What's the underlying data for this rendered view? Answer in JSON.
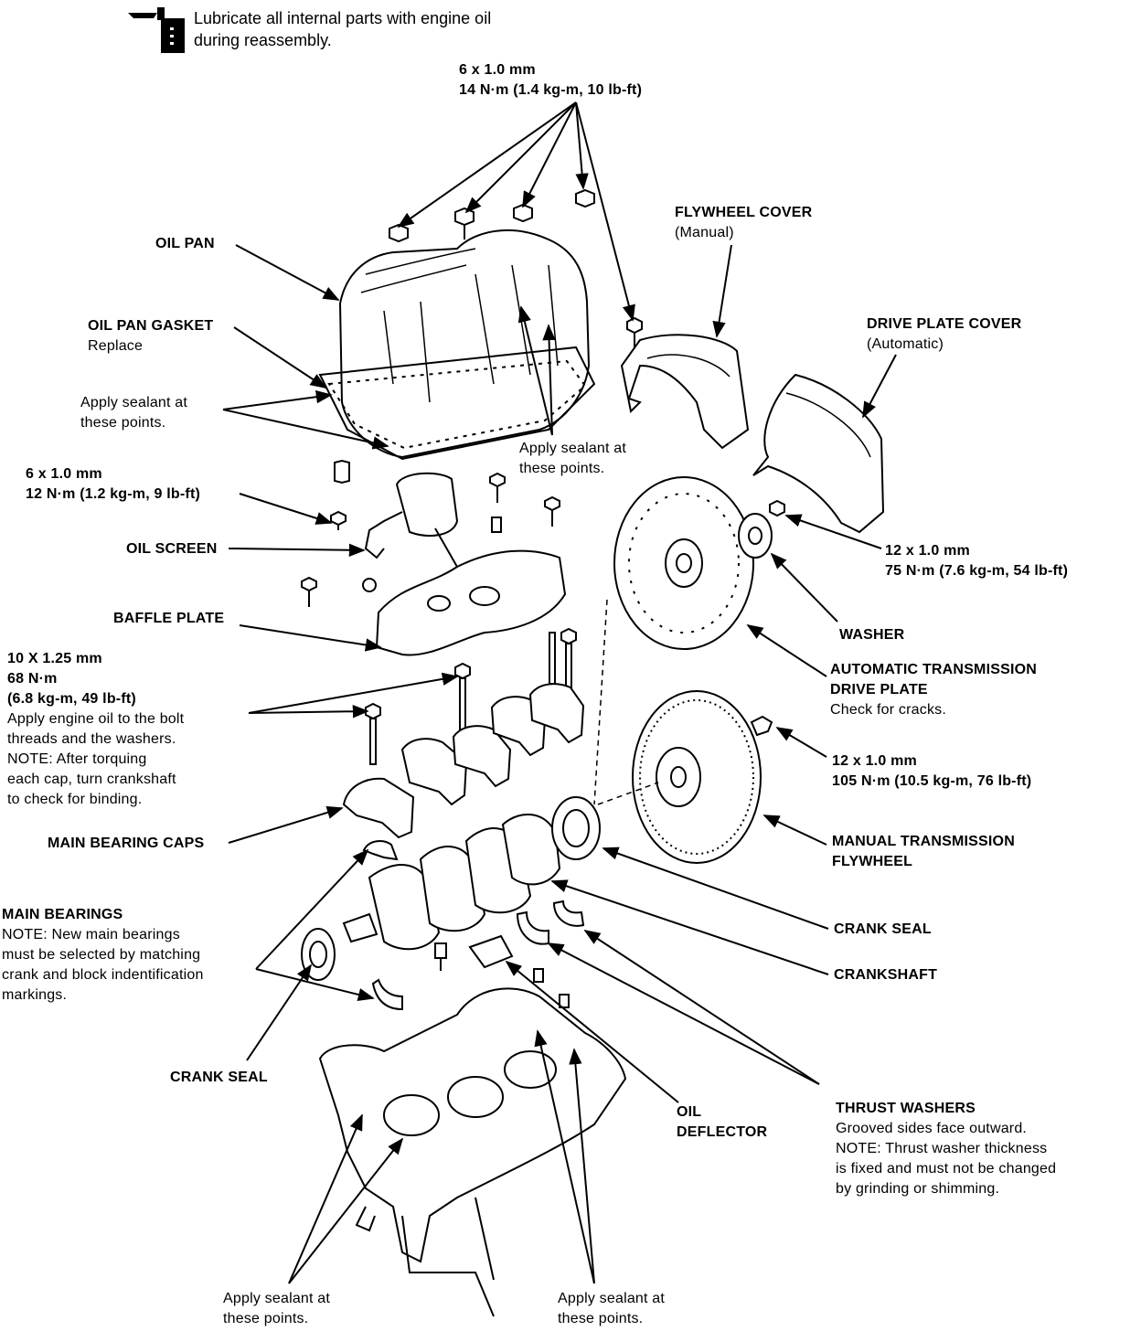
{
  "header_note": {
    "icon": "oil-can-icon",
    "lines": [
      "Lubricate all internal parts with engine oil",
      "during reassembly."
    ]
  },
  "labels": {
    "bolt_6mm_14nm": {
      "lines": [
        "6 x 1.0 mm",
        "14 N·m (1.4 kg-m, 10 lb-ft)"
      ]
    },
    "oil_pan": {
      "lines": [
        "OIL PAN"
      ]
    },
    "flywheel_cover": {
      "lines": [
        "FLYWHEEL COVER",
        "(Manual)"
      ]
    },
    "drive_plate_cover": {
      "lines": [
        "DRIVE PLATE COVER",
        "(Automatic)"
      ]
    },
    "oil_pan_gasket": {
      "lines": [
        "OIL PAN GASKET",
        "Replace"
      ]
    },
    "sealant_left_upper": {
      "lines": [
        "Apply sealant at",
        "these points."
      ]
    },
    "sealant_center_upper": {
      "lines": [
        "Apply sealant at",
        "these points."
      ]
    },
    "bolt_6mm_12nm": {
      "lines": [
        "6 x 1.0 mm",
        "12 N·m (1.2 kg-m, 9 lb-ft)"
      ]
    },
    "oil_screen": {
      "lines": [
        "OIL SCREEN"
      ]
    },
    "bolt_12mm_75nm": {
      "lines": [
        "12 x 1.0 mm",
        "75 N·m (7.6 kg-m, 54 lb-ft)"
      ]
    },
    "baffle_plate": {
      "lines": [
        "BAFFLE PLATE"
      ]
    },
    "washer": {
      "lines": [
        "WASHER"
      ]
    },
    "bolt_10mm_68nm": {
      "lines": [
        "10 X 1.25 mm",
        "68 N·m",
        "(6.8 kg-m, 49 lb-ft)",
        "Apply engine oil to the bolt",
        "threads and the washers.",
        "NOTE: After torquing",
        "each cap, turn crankshaft",
        "to check for binding."
      ]
    },
    "auto_drive_plate": {
      "lines": [
        "AUTOMATIC TRANSMISSION",
        "DRIVE PLATE",
        "Check for cracks."
      ]
    },
    "bolt_12mm_105nm": {
      "lines": [
        "12 x 1.0 mm",
        "105 N·m (10.5 kg-m, 76 lb-ft)"
      ]
    },
    "main_bearing_caps": {
      "lines": [
        "MAIN BEARING CAPS"
      ]
    },
    "manual_flywheel": {
      "lines": [
        "MANUAL TRANSMISSION",
        "FLYWHEEL"
      ]
    },
    "main_bearings": {
      "lines": [
        "MAIN BEARINGS",
        "NOTE: New main bearings",
        "must be selected by matching",
        "crank and block indentification",
        "markings."
      ]
    },
    "crank_seal_right": {
      "lines": [
        "CRANK SEAL"
      ]
    },
    "crankshaft": {
      "lines": [
        "CRANKSHAFT"
      ]
    },
    "crank_seal_left": {
      "lines": [
        "CRANK SEAL"
      ]
    },
    "oil_deflector": {
      "lines": [
        "OIL",
        "DEFLECTOR"
      ]
    },
    "thrust_washers": {
      "lines": [
        "THRUST WASHERS",
        "Grooved sides face outward.",
        "NOTE: Thrust washer thickness",
        "is fixed and must not be changed",
        "by grinding or shimming."
      ]
    },
    "sealant_bottom_left": {
      "lines": [
        "Apply sealant at",
        "these points."
      ]
    },
    "sealant_bottom_center": {
      "lines": [
        "Apply sealant at",
        "these points."
      ]
    }
  }
}
